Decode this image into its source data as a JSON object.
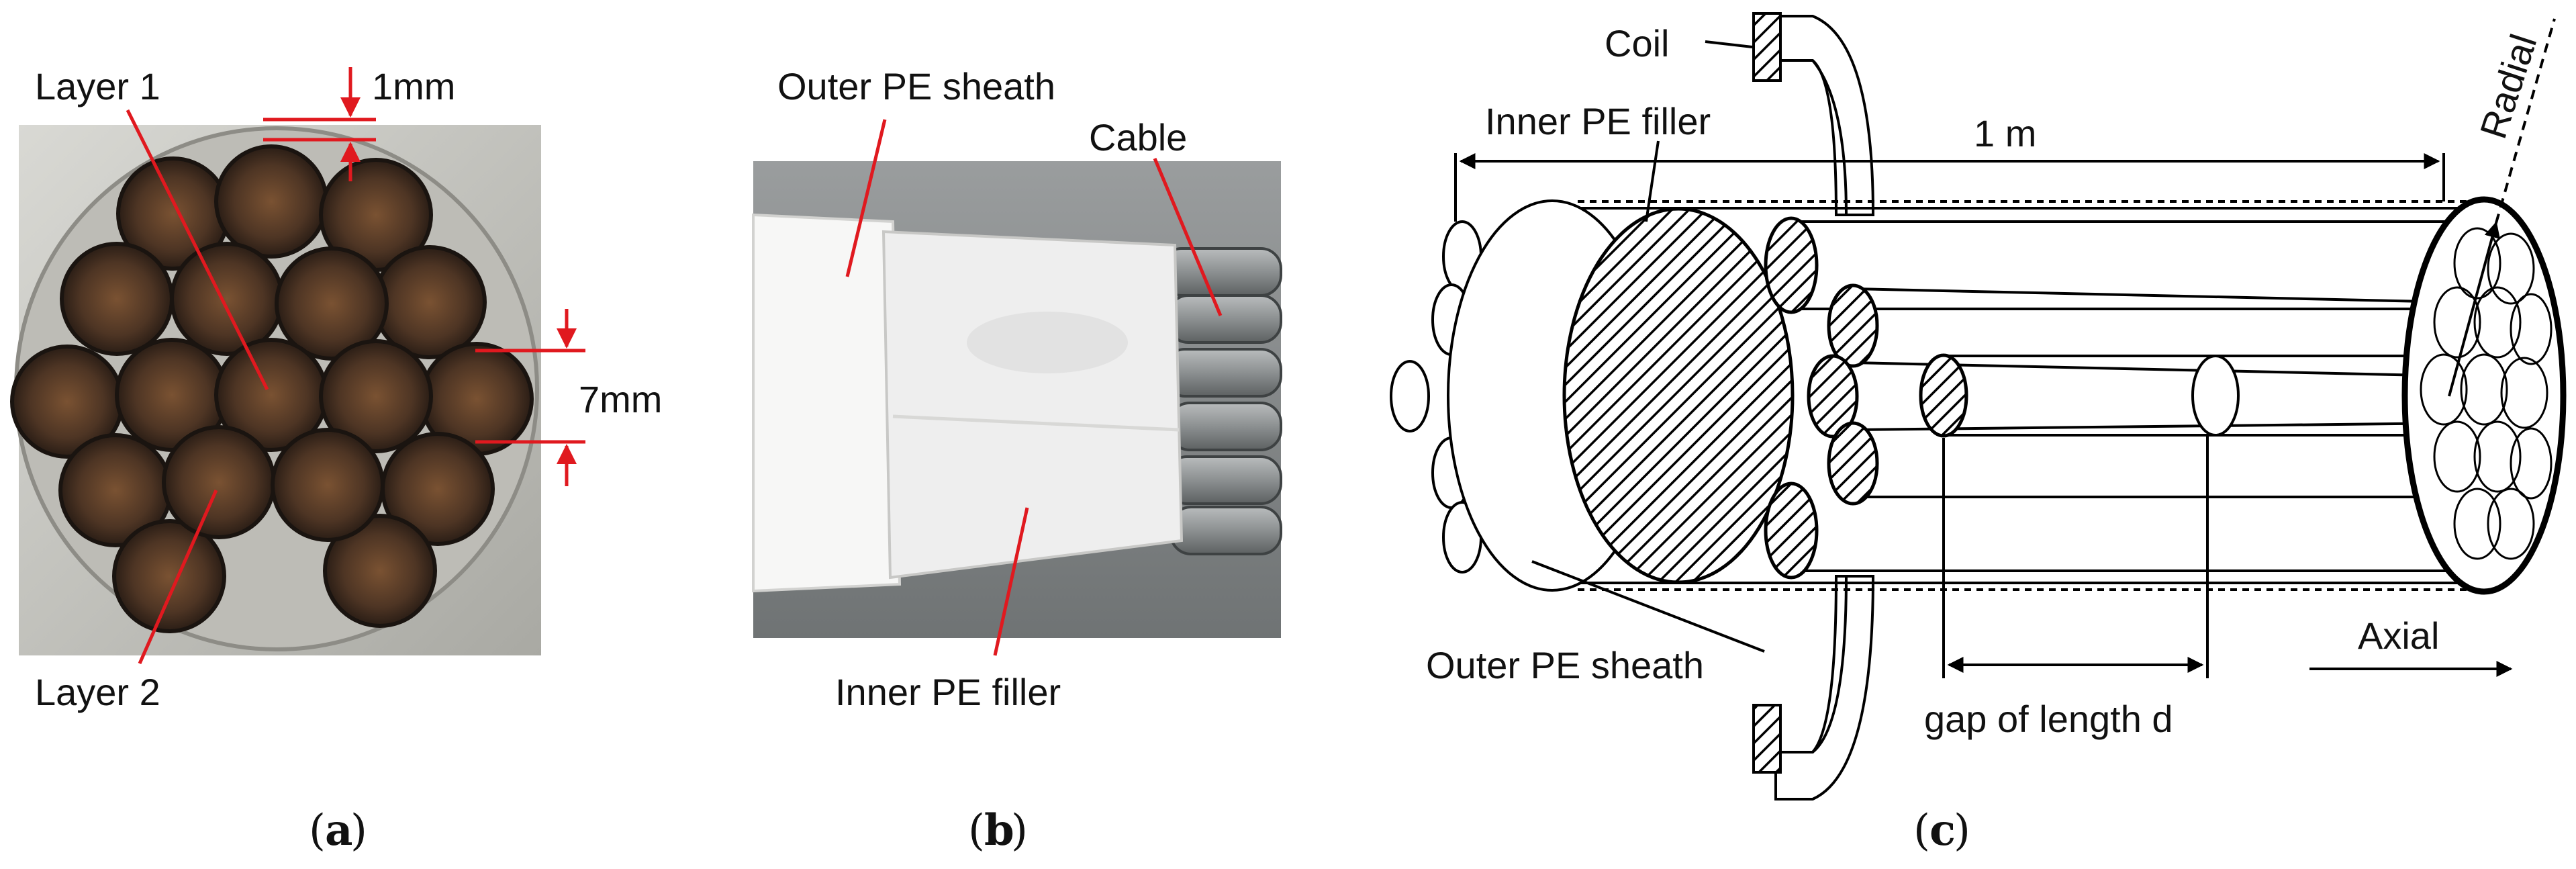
{
  "panel_a": {
    "layer1": "Layer 1",
    "layer2": "Layer 2",
    "dim_1mm": "1mm",
    "dim_7mm": "7mm",
    "caption": "a"
  },
  "panel_b": {
    "outer_sheath": "Outer PE sheath",
    "cable": "Cable",
    "inner_filler": "Inner PE filler",
    "caption": "b"
  },
  "panel_c": {
    "coil": "Coil",
    "inner_filler": "Inner PE filler",
    "length": "1 m",
    "radial": "Radial",
    "outer_sheath": "Outer PE sheath",
    "axial": "Axial",
    "gap": "gap of length d",
    "caption": "c"
  },
  "colors": {
    "annotation_red": "#e0191f",
    "line": "#000000"
  }
}
